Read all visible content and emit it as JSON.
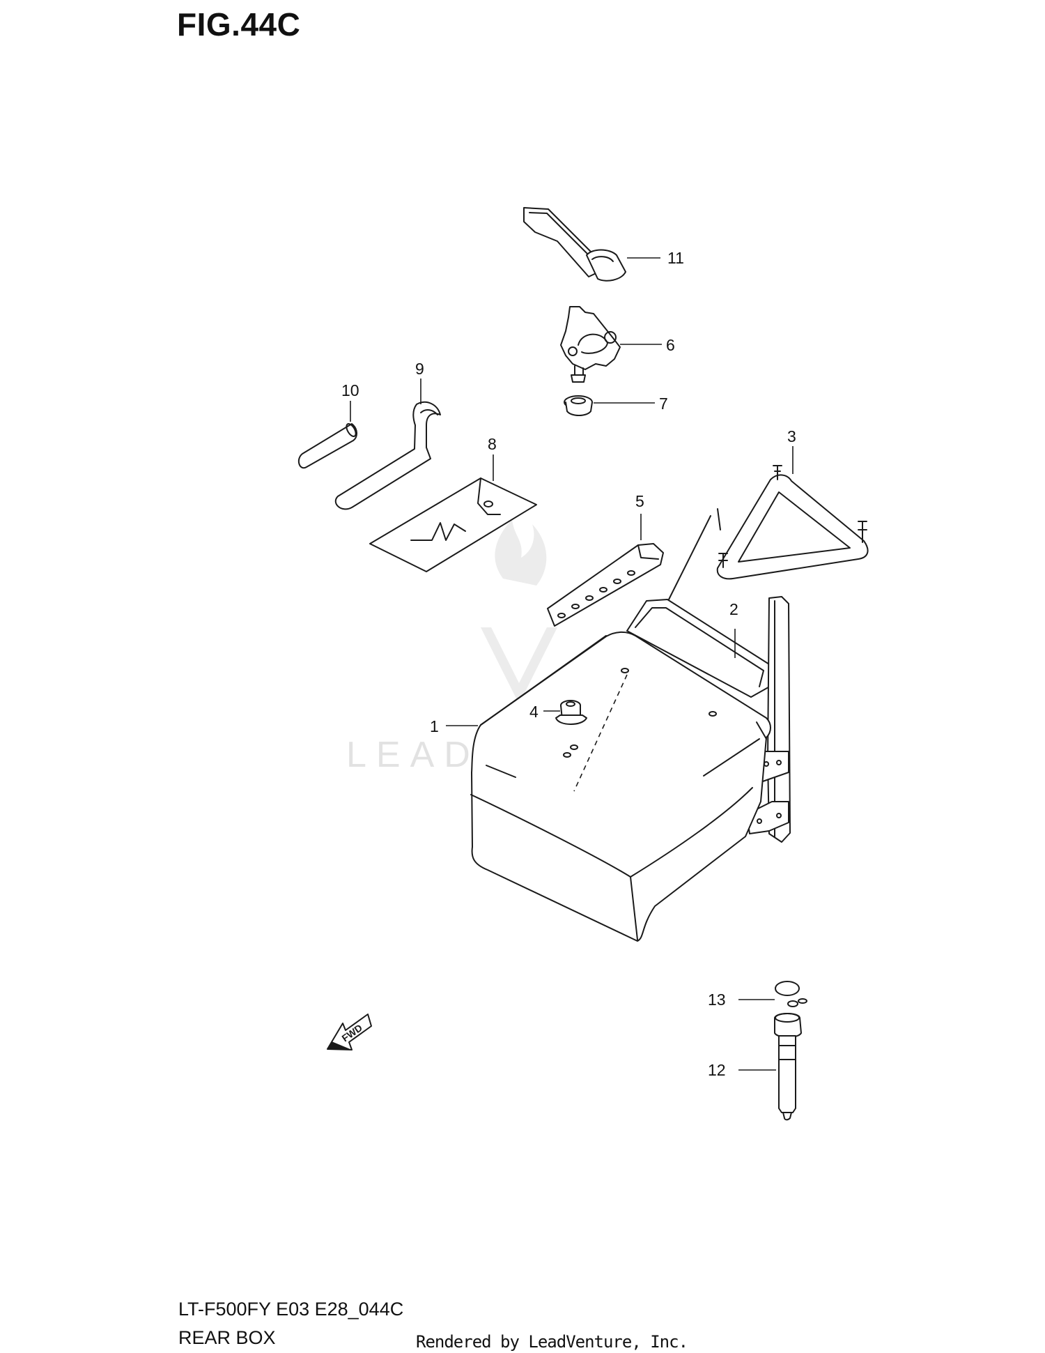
{
  "figure": {
    "title": "FIG.44C",
    "model_code": "LT-F500FY E03 E28_044C",
    "section_name": "REAR BOX",
    "credit": "Rendered by LeadVenture, Inc."
  },
  "watermark": {
    "text": "LEADVENTURE"
  },
  "direction_marker": {
    "label": "FWD"
  },
  "callouts": [
    {
      "id": "1",
      "label": "1"
    },
    {
      "id": "2",
      "label": "2"
    },
    {
      "id": "3",
      "label": "3"
    },
    {
      "id": "4",
      "label": "4"
    },
    {
      "id": "5",
      "label": "5"
    },
    {
      "id": "6",
      "label": "6"
    },
    {
      "id": "7",
      "label": "7"
    },
    {
      "id": "8",
      "label": "8"
    },
    {
      "id": "9",
      "label": "9"
    },
    {
      "id": "10",
      "label": "10"
    },
    {
      "id": "11",
      "label": "11"
    },
    {
      "id": "12",
      "label": "12"
    },
    {
      "id": "13",
      "label": "13"
    }
  ],
  "colors": {
    "line": "#1a1a1a",
    "watermark": "#e2e2e2",
    "background": "#ffffff"
  }
}
